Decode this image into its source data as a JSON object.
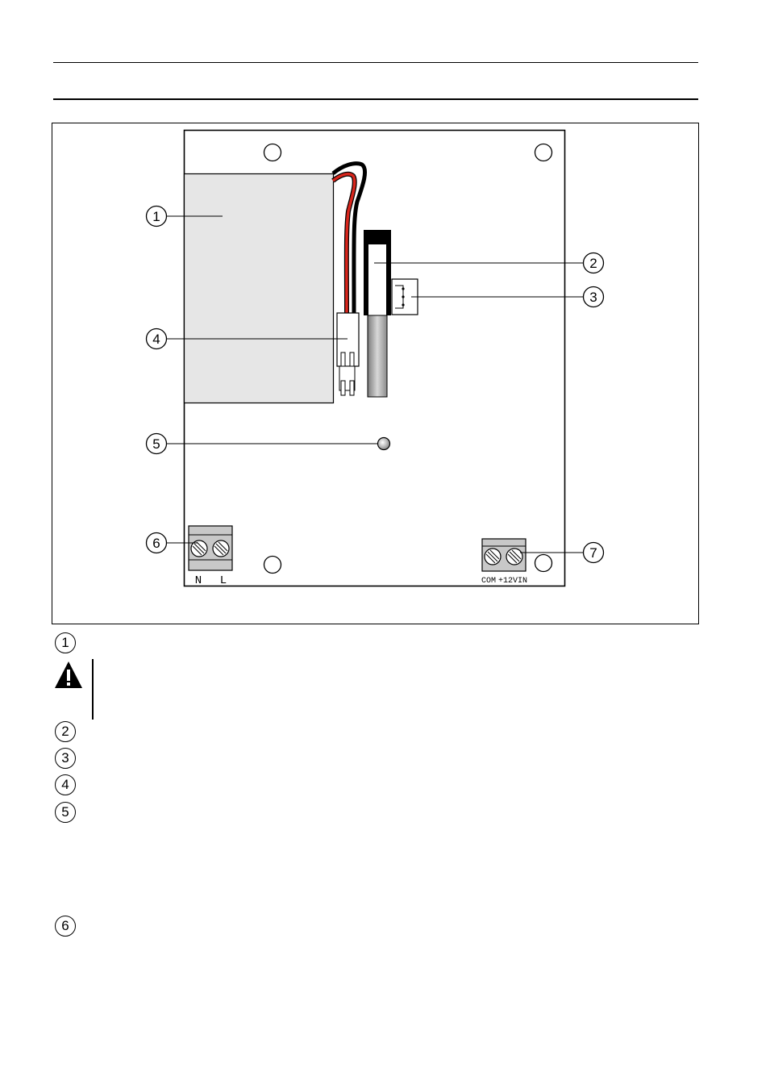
{
  "terminals": {
    "left": {
      "n": "N",
      "l": "L"
    },
    "right": {
      "com": "COM",
      "vin": "+12VIN"
    }
  },
  "callouts": [
    "1",
    "2",
    "3",
    "4",
    "5",
    "6",
    "7"
  ],
  "legend": [
    "1",
    "2",
    "3",
    "4",
    "5",
    "6"
  ],
  "icons": {
    "warning": "warning-triangle-icon"
  },
  "colors": {
    "battery": "#e6e6e6",
    "wire_red": "#d8261c",
    "board_bg": "#ffffff"
  }
}
